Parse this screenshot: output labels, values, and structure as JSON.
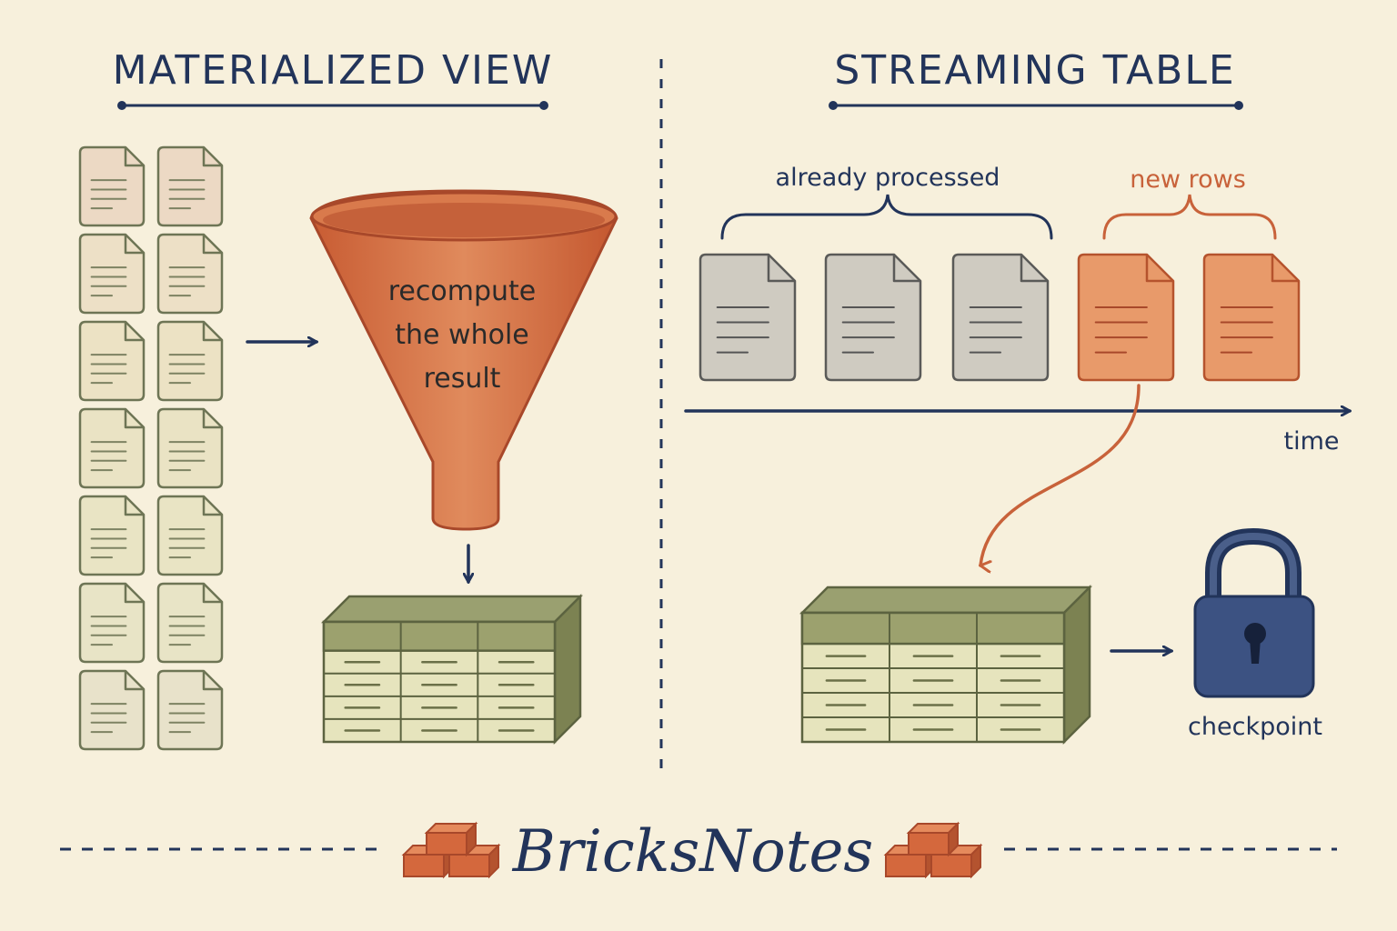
{
  "left_panel": {
    "title": "MATERIALIZED VIEW",
    "source_doc_count": 14,
    "funnel_label_lines": [
      "recompute",
      "the whole",
      "result"
    ]
  },
  "right_panel": {
    "title": "STREAMING TABLE",
    "processed_label": "already processed",
    "new_rows_label": "new rows",
    "processed_doc_count": 3,
    "new_doc_count": 2,
    "time_label": "time",
    "checkpoint_label": "checkpoint"
  },
  "footer": {
    "brand": "BricksNotes"
  },
  "colors": {
    "background": "#f7f0dc",
    "navy": "#22345a",
    "orange": "#c8623a",
    "olive": "#8a9160",
    "doc_gray": "#cfcbc1"
  }
}
